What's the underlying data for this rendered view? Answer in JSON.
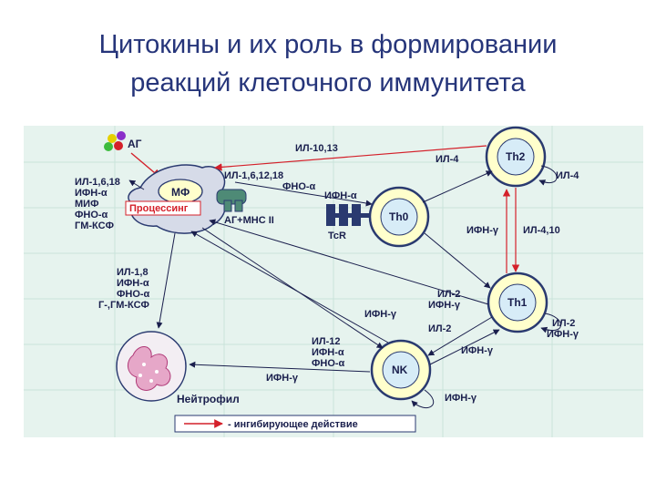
{
  "title": {
    "line1": "Цитокины и их роль в формировании",
    "line2": "реакций клеточного иммунитета"
  },
  "colors": {
    "title_text": "#26357a",
    "panel_background": "#e6f3ee",
    "cell_fill": "#ffffcc",
    "cell_inner_fill": "#d7ecf7",
    "cell_ring": "#2a3a70",
    "label_text": "#1a1f4d",
    "inhibitory_arrow": "#d4202a",
    "macrophage_fill": "#d6dbe8",
    "processing_text": "#d4202a",
    "neutrophil_fill": "#f3eef3"
  },
  "antigen": {
    "label": "АГ"
  },
  "macrophage": {
    "name": "МФ",
    "processing": "Процессинг",
    "secretes": [
      "ИЛ-1,6,18",
      "ИФН-α",
      "МИФ",
      "ФНО-α",
      "ГМ-КСФ"
    ],
    "complex": "АГ+MHC II"
  },
  "tcr": {
    "label": "TcR"
  },
  "cells": {
    "th2": "Th2",
    "th0": "Th0",
    "th1": "Th1",
    "nk": "NK",
    "neutrophil": "Нейтрофил"
  },
  "labels": {
    "il_10_13": "ИЛ-10,13",
    "il_1_6_12_18": "ИЛ-1,6,12,18",
    "fno_alpha_top": "ФНО-α",
    "ifn_alpha_top": "ИФН-α",
    "il_4_left": "ИЛ-4",
    "il_4_right": "ИЛ-4",
    "ifn_gamma_mid": "ИФН-γ",
    "il_4_10": "ИЛ-4,10",
    "il_2_th1_left": "ИЛ-2",
    "ifn_gamma_th1_left": "ИФН-γ",
    "ifn_gamma_to_mf": "ИФН-γ",
    "il_2_mid": "ИЛ-2",
    "il_2_right": "ИЛ-2",
    "ifn_gamma_right": "ИФН-γ",
    "ifn_gamma_nk_th1": "ИФН-γ",
    "ifn_gamma_nk_self": "ИФН-γ",
    "nk_in": [
      "ИЛ-12",
      "ИФН-α",
      "ФНО-α"
    ],
    "neutro_in": [
      "ИЛ-1,8",
      "ИФН-α",
      "ФНО-α",
      "Г-,ГМ-КСФ"
    ],
    "ifn_gamma_neutro": "ИФН-γ"
  },
  "legend": {
    "text": "- ингибирующее действие"
  }
}
